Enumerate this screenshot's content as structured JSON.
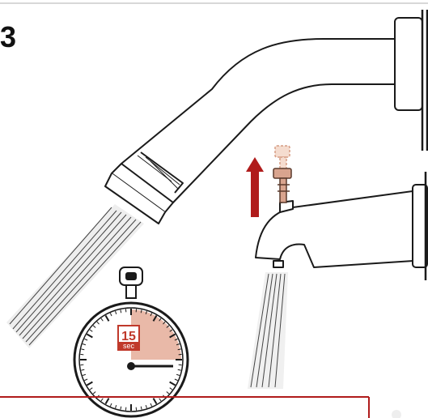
{
  "step_label": "3",
  "timer": {
    "value": "15",
    "unit": "sec",
    "elapsed_fraction": 0.25
  },
  "colors": {
    "line": "#1a1a1a",
    "arrow": "#b01c1c",
    "timer_fill": "#e9b9a8",
    "timer_badge": "#c0392b",
    "diverter_ghost": "#e2b9a6",
    "diverter": "#c98b73",
    "bottom_rule": "#b01c1c",
    "water": "#444444"
  },
  "icons": {
    "shower_head": "shower-head-icon",
    "tub_spout": "tub-spout-icon",
    "diverter_pull": "diverter-pull-icon",
    "up_arrow": "up-arrow-icon",
    "stopwatch": "stopwatch-icon"
  }
}
